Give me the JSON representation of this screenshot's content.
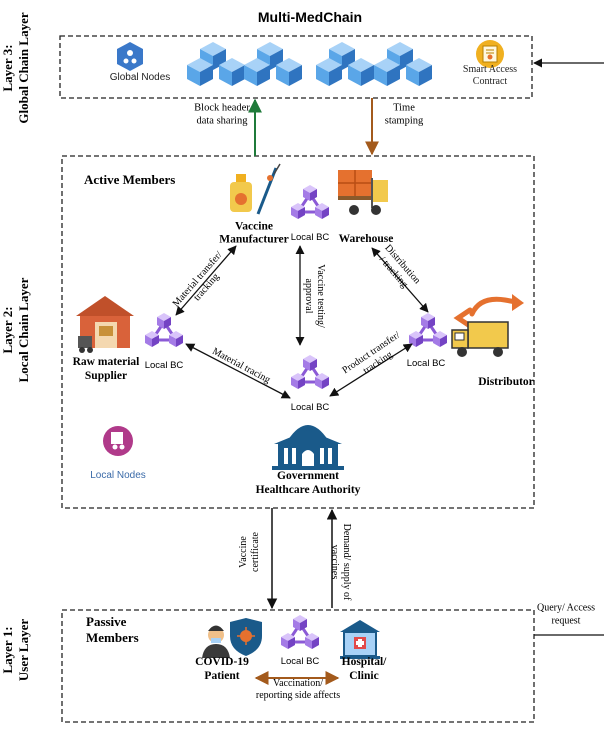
{
  "title": "Multi-MedChain",
  "layers": {
    "global": "Layer 3:\nGlobal Chain Layer",
    "local": "Layer 2:\nLocal Chain Layer",
    "user": "Layer 1:\nUser Layer"
  },
  "global_box": {
    "global_nodes": "Global Nodes",
    "smart_contract": "Smart Access\nContract"
  },
  "between_global_local": {
    "left": "Block header\ndata sharing",
    "right": "Time\nstamping"
  },
  "active_members": "Active Members",
  "passive_members": "Passive\nMembers",
  "nodes": {
    "vaccine_manufacturer": "Vaccine\nManufacturer",
    "warehouse": "Warehouse",
    "raw_material_supplier": "Raw material\nSupplier",
    "distributor": "Distributor",
    "government": "Government\nHealthcare Authority",
    "covid_patient": "COVID-19\nPatient",
    "hospital": "Hospital/\nClinic"
  },
  "local_bc_label": "Local BC",
  "local_nodes_legend": "Local Nodes",
  "edge_labels": {
    "material_transfer": "Material transfer/\ntracking",
    "vaccine_testing": "Vaccine testing/\napproval",
    "distribution": "Distribution\n/ tracking",
    "material_tracing": "Material tracing",
    "product_transfer": "Product transfer/\ntracking",
    "vaccine_certificate": "Vaccine\ncertificate",
    "demand_supply": "Demand/ supply of\nvaccines",
    "vaccination": "Vaccination/\nreporting side affects"
  },
  "query_access": "Query/ Access\nrequest",
  "colors": {
    "cube_blue": "#5aa6e8",
    "cube_blue_dark": "#2f74c0",
    "cube_blue_light": "#a8d2f7",
    "bc_purple": "#8b5ad6",
    "bc_purple_light": "#c9a8f5",
    "arrow_green": "#1f7a3a",
    "arrow_brown": "#a35a1c",
    "gov_blue": "#1a5a8a",
    "orange": "#e5712f",
    "gold": "#f0b020"
  }
}
